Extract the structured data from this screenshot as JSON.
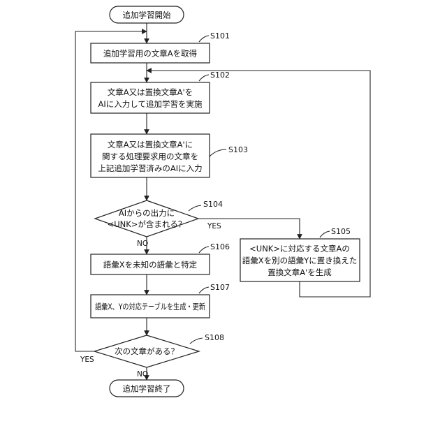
{
  "flowchart": {
    "start": {
      "text": "追加学習開始"
    },
    "end": {
      "text": "追加学習終了"
    },
    "steps": {
      "s101": {
        "id": "S101",
        "lines": [
          "追加学習用の文章Aを取得"
        ]
      },
      "s102": {
        "id": "S102",
        "lines": [
          "文章A又は置換文章A'を",
          "AIに入力して追加学習を実施"
        ]
      },
      "s103": {
        "id": "S103",
        "lines": [
          "文章A又は置換文章A'に",
          "関する処理要求用の文章を",
          "上記追加学習済みのAIに入力"
        ]
      },
      "s104": {
        "id": "S104",
        "lines": [
          "AIからの出力に",
          "<UNK>が含まれる？"
        ],
        "yes": "YES",
        "no": "NO"
      },
      "s105": {
        "id": "S105",
        "lines": [
          "<UNK>に対応する文章Aの",
          "語彙Xを別の語彙Yに置き換えた",
          "置換文章A'を生成"
        ]
      },
      "s106": {
        "id": "S106",
        "lines": [
          "語彙Xを未知の語彙と特定"
        ]
      },
      "s107": {
        "id": "S107",
        "lines": [
          "語彙X、Yの対応テーブルを生成・更新"
        ]
      },
      "s108": {
        "id": "S108",
        "lines": [
          "次の文章がある？"
        ],
        "yes": "YES",
        "no": "NO"
      }
    }
  }
}
